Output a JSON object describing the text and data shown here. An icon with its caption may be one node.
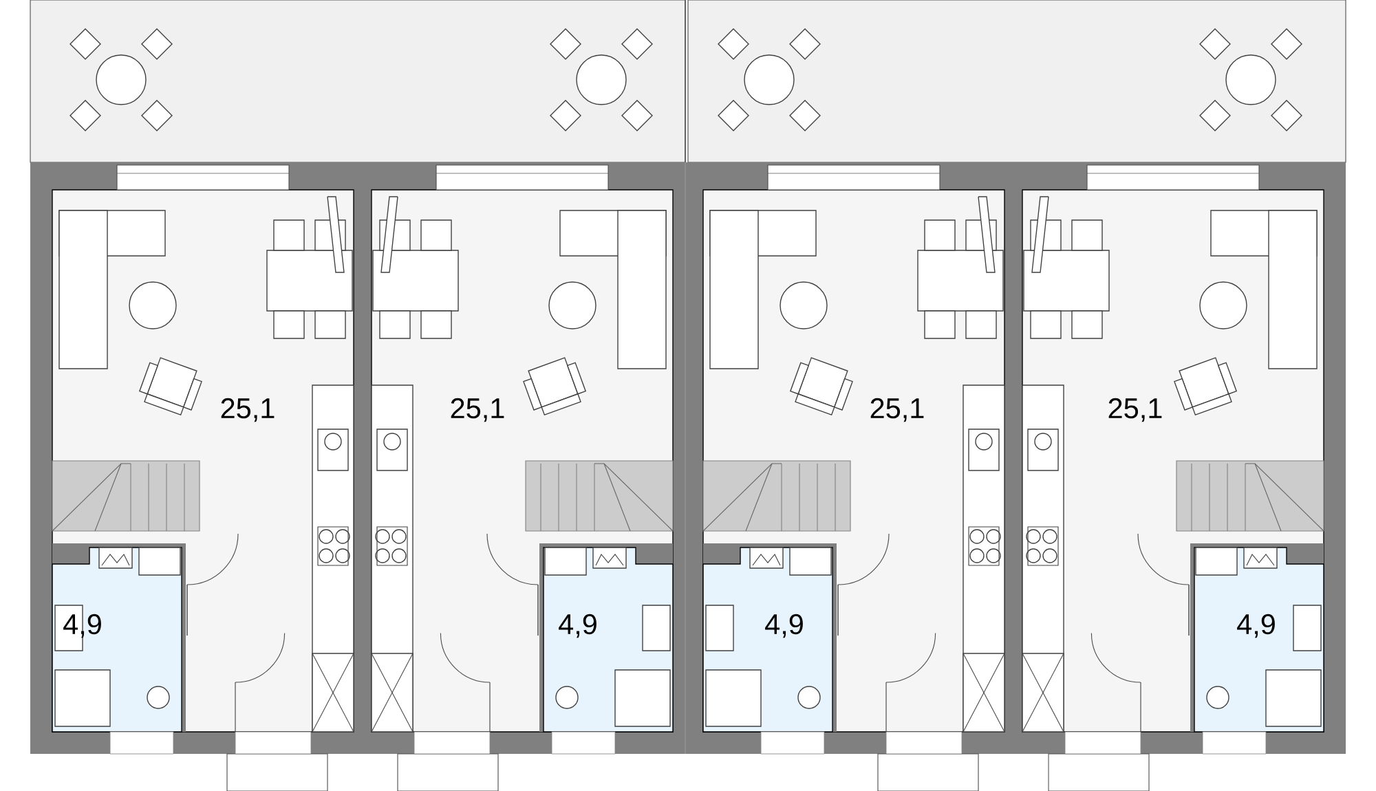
{
  "diagram": {
    "labels": [
      "25,1",
      "25,1",
      "25,1",
      "25,1",
      "4,9",
      "4,9",
      "4,9",
      "4,9"
    ]
  }
}
